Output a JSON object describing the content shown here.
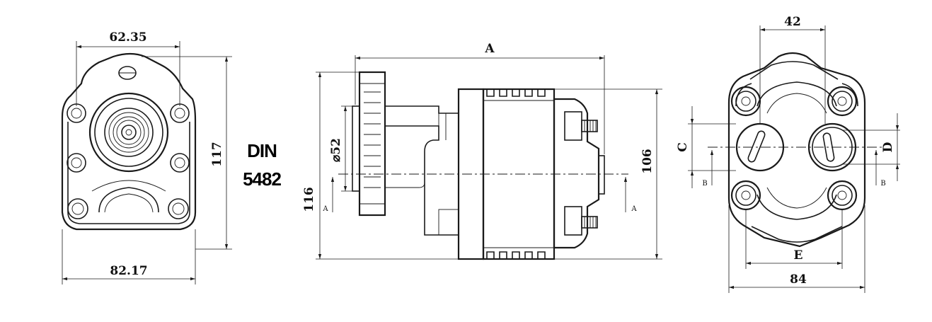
{
  "standard": {
    "line1": "DIN",
    "line2": "5482"
  },
  "front_view": {
    "dim_top": "62.35",
    "dim_height": "117",
    "dim_bottom": "82.17"
  },
  "side_view": {
    "dim_length": "A",
    "dim_shaft_diameter": "⌀52",
    "dim_overall_height": "116",
    "dim_body_height": "106",
    "section_mark": "A"
  },
  "rear_view": {
    "dim_top": "42",
    "dim_port_c": "C",
    "dim_port_d": "D",
    "dim_bolt_spacing": "E",
    "dim_width": "84",
    "section_mark": "B"
  }
}
